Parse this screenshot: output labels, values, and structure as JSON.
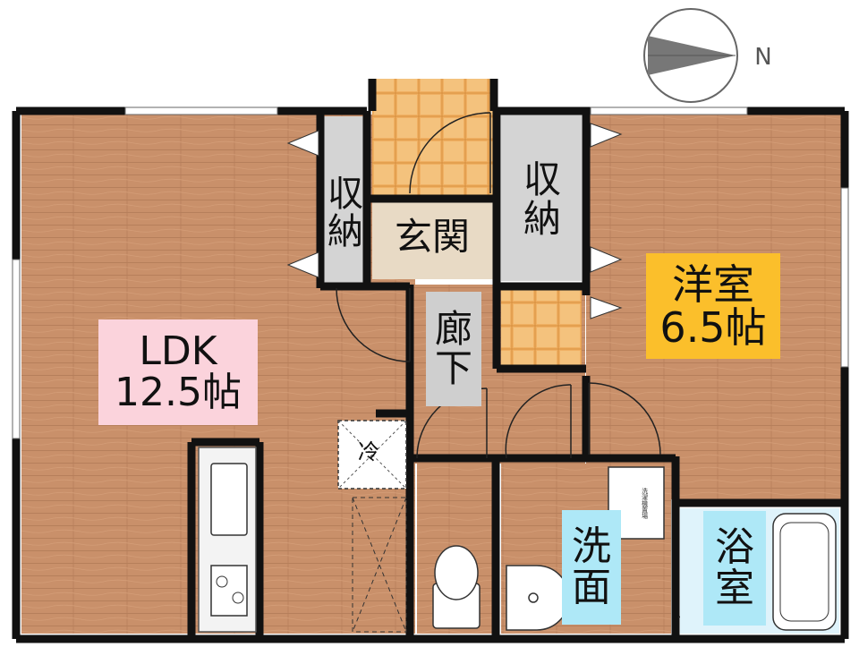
{
  "floorplan": {
    "compass": {
      "north_label": "N",
      "icon": "compass-arrow-icon"
    },
    "rooms": {
      "ldk": {
        "name": "LDK",
        "size": "12.5帖"
      },
      "western_room": {
        "name": "洋室",
        "size": "6.5帖"
      },
      "washroom": {
        "name_line1": "洗",
        "name_line2": "面"
      },
      "bathroom": {
        "name_line1": "浴",
        "name_line2": "室"
      },
      "entrance": {
        "name": "玄関"
      },
      "hallway": {
        "name_line1": "廊",
        "name_line2": "下"
      },
      "storage_left": {
        "name_line1": "収",
        "name_line2": "納"
      },
      "storage_right": {
        "name_line1": "収",
        "name_line2": "納"
      },
      "fridge_space": {
        "label": "冷"
      },
      "washer_space": {
        "label": "洗濯機置場"
      }
    },
    "colors": {
      "floor_wood": "#c9906a",
      "wall": "#111111",
      "tile_orange": "#f0b063",
      "closet_gray": "#d4d4d4",
      "ldk_badge": "#fbd3dc",
      "western_badge": "#fbbf2b",
      "water_badge": "#aee8f7"
    }
  }
}
